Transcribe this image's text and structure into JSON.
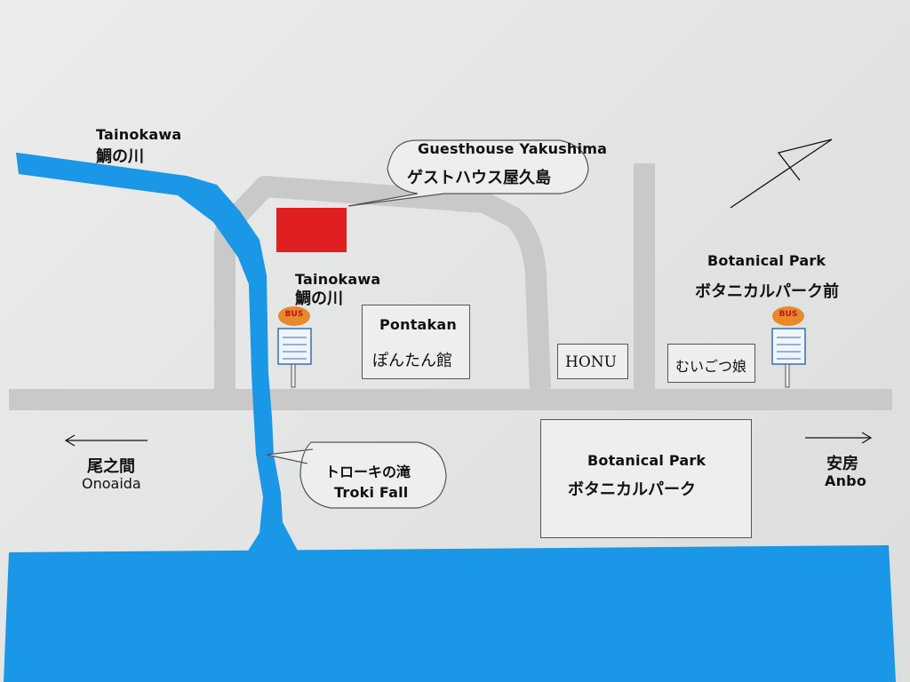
{
  "colors": {
    "water": "#1a97e6",
    "road": "#c9c9c9",
    "guesthouse": "#e02020",
    "bus_sign": "#e8892b",
    "background": "#e6e6e6"
  },
  "river": {
    "name_en": "Tainokawa",
    "name_jp": "鯛の川"
  },
  "guesthouse": {
    "name_en": "Guesthouse  Yakushima",
    "name_jp": "ゲストハウス屋久島"
  },
  "bus_stop_tainokawa": {
    "name_en": "Tainokawa",
    "name_jp": "鯛の川",
    "sign": "BUS"
  },
  "bus_stop_botanical": {
    "name_en": "Botanical Park",
    "name_jp": "ボタニカルパーク前",
    "sign": "BUS"
  },
  "pontakan": {
    "name_en": "Pontakan",
    "name_jp": "ぽんたん館"
  },
  "honu": {
    "name": "HONU"
  },
  "muigotsu": {
    "name": "むいごつ娘"
  },
  "botanical_park": {
    "name_en": "Botanical Park",
    "name_jp": "ボタニカルパーク"
  },
  "troki_fall": {
    "name_jp": "トローキの滝",
    "name_en": "Troki  Fall"
  },
  "direction_west": {
    "name_jp": "尾之間",
    "name_en": "Onoaida"
  },
  "direction_east": {
    "name_jp": "安房",
    "name_en": "Anbo"
  },
  "north_arrow": {
    "icon": "north-arrow-icon"
  }
}
